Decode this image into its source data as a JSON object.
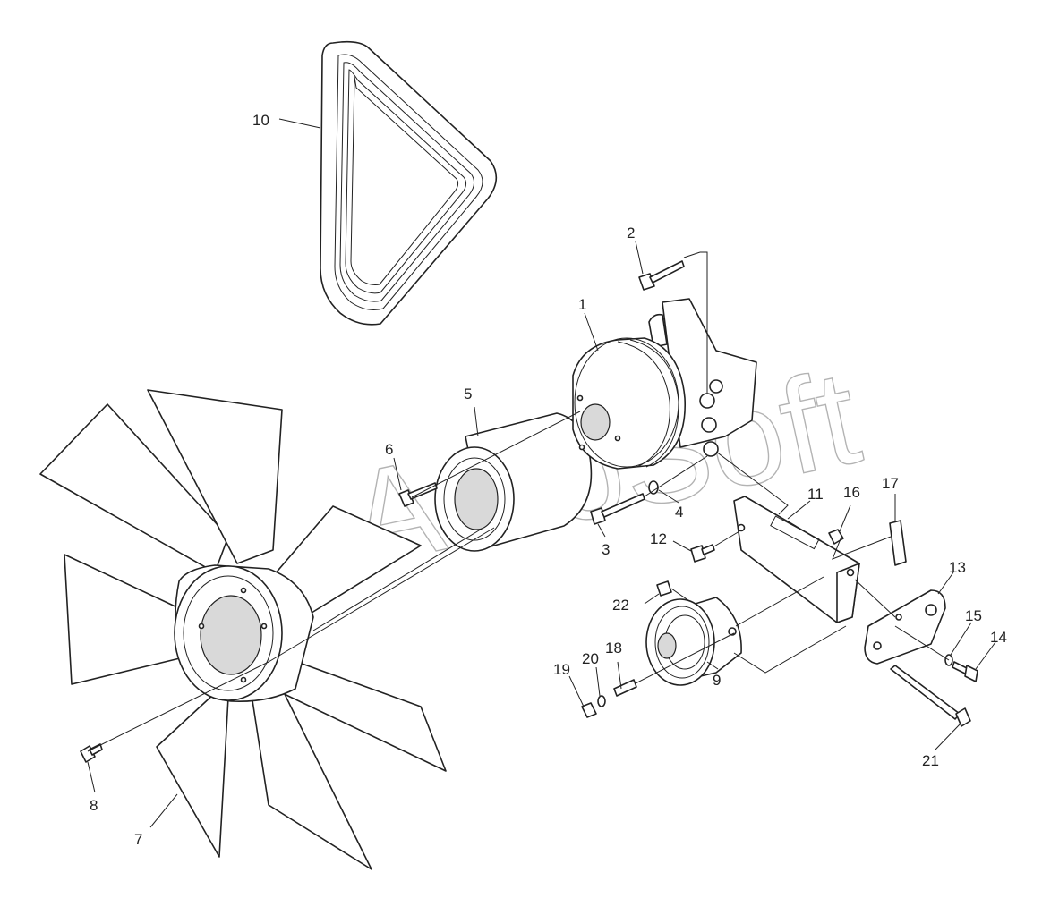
{
  "callouts": {
    "p1": "1",
    "p2": "2",
    "p3": "3",
    "p4": "4",
    "p5": "5",
    "p6": "6",
    "p7": "7",
    "p8": "8",
    "p9": "9",
    "p10": "10",
    "p11": "11",
    "p12": "12",
    "p13": "13",
    "p14": "14",
    "p15": "15",
    "p16": "16",
    "p17": "17",
    "p18": "18",
    "p19": "19",
    "p20": "20",
    "p21": "21",
    "p22": "22"
  },
  "watermark": {
    "text": "AutoSoft"
  }
}
